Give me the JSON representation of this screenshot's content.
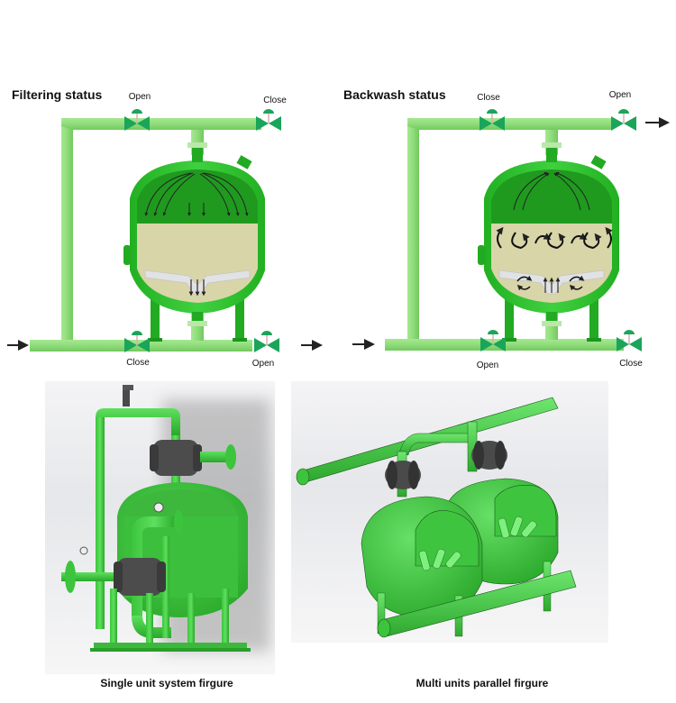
{
  "diagram": {
    "filtering": {
      "title": "Filtering status",
      "top_left_valve": "Open",
      "top_right_valve": "Close",
      "bottom_left_valve": "Close",
      "bottom_right_valve": "Open"
    },
    "backwash": {
      "title": "Backwash status",
      "top_left_valve": "Close",
      "top_right_valve": "Open",
      "bottom_left_valve": "Open",
      "bottom_right_valve": "Close"
    },
    "figures": {
      "single_caption": "Single unit system firgure",
      "multi_caption": "Multi units parallel firgure"
    },
    "colors": {
      "pipe": "#8fdc7a",
      "pipe_edge": "#6cc85a",
      "tank": "#2fbf2f",
      "tank_dark": "#1f9f1f",
      "media": "#d8d5a8",
      "valve": "#1aa55a",
      "arrow": "#222222"
    }
  }
}
